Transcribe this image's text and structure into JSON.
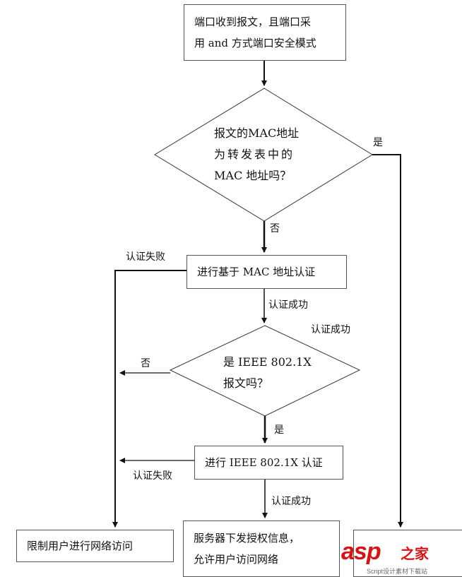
{
  "nodes": {
    "start_line1": "端口收到报文，且端口采",
    "start_line2": "用 and 方式端口安全模式",
    "d1_line1": "报文的MAC地址",
    "d1_line2": "为转发表中的",
    "d1_line3": "MAC 地址吗？",
    "mac_auth": "进行基于 MAC 地址认证",
    "d2_line1": "是 IEEE 802.1X",
    "d2_line2": "报文吗？",
    "dot1x_auth": "进行 IEEE 802.1X 认证",
    "restrict": "限制用户进行网络访问",
    "server_line1": "服务器下发授权信息，",
    "server_line2": "允许用户访问网络"
  },
  "labels": {
    "yes1": "是",
    "no1": "否",
    "fail1": "认证失败",
    "success1": "认证成功",
    "success2": "认证成功",
    "no2": "否",
    "yes2": "是",
    "fail2": "认证失败",
    "success3": "认证成功"
  },
  "watermark": {
    "brand": "asp",
    "cn": "之家",
    "sub": "Script设计素材下载站"
  },
  "colors": {
    "line": "#111111",
    "box_border": "#555555",
    "watermark": "#d71414"
  }
}
